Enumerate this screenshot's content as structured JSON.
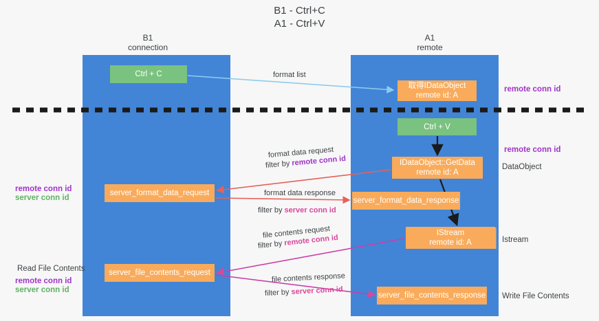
{
  "title": {
    "line1": "B1 - Ctrl+C",
    "line2": "A1 - Ctrl+V"
  },
  "columns": {
    "left": {
      "name": "B1",
      "role": "connection"
    },
    "right": {
      "name": "A1",
      "role": "remote"
    }
  },
  "boxes": {
    "ctrl_c": {
      "label": "Ctrl + C",
      "color": "#7ac27f"
    },
    "get_data_object": {
      "line1": "取得IDataObject",
      "line2": "remote id: A",
      "color": "#f9ab5b"
    },
    "ctrl_v": {
      "label": "Ctrl + V",
      "color": "#7ac27f"
    },
    "idataobject_getdata": {
      "line1": "IDataObject::GetData",
      "line2": "remote id: A",
      "color": "#f9ab5b"
    },
    "server_format_data_request": {
      "label": "server_format_data_request",
      "color": "#f9ab5b"
    },
    "server_format_data_response": {
      "label": "server_format_data_response",
      "color": "#f9ab5b"
    },
    "istream": {
      "line1": "IStream",
      "line2": "remote id: A",
      "color": "#f9ab5b"
    },
    "server_file_contents_request": {
      "label": "server_file_contents_request",
      "color": "#f9ab5b"
    },
    "server_file_contents_response": {
      "label": "server_file_contents_response",
      "color": "#f9ab5b"
    }
  },
  "edges": {
    "format_list": {
      "label": "format list"
    },
    "format_data_request": {
      "label": "format data request",
      "filter_prefix": "filter by ",
      "filter_key": "remote conn id"
    },
    "format_data_response": {
      "label": "format data response",
      "filter_prefix": "filter by ",
      "filter_key": "server conn id"
    },
    "file_contents_request": {
      "label": "file contents request",
      "filter_prefix": "filter by ",
      "filter_key": "remote conn id"
    },
    "file_contents_response": {
      "label": "file contents response",
      "filter_prefix": "filter by ",
      "filter_key": "server conn id"
    }
  },
  "annotations": {
    "right_top_remote_conn_id": "remote conn id",
    "right_mid_remote_conn_id": "remote conn id",
    "right_dataobject": "DataObject",
    "right_istream": "Istream",
    "right_write_file_contents": "Write File Contents",
    "left_remote_conn_id": "remote conn id",
    "left_server_conn_id": "server conn id",
    "left_read_file_contents": "Read File Contents",
    "left_remote_conn_id_2": "remote conn id",
    "left_server_conn_id_2": "server conn id"
  },
  "colors": {
    "lane": "#4285d6",
    "box_orange": "#f9ab5b",
    "box_green": "#7ac27f",
    "accent_purple": "#a034c8",
    "accent_green": "#60b265",
    "accent_pink": "#d8489b",
    "arrow_red": "#e8605a",
    "arrow_blue": "#8ecbf0",
    "arrow_black": "#1a1a1a",
    "background": "#f7f7f7"
  }
}
